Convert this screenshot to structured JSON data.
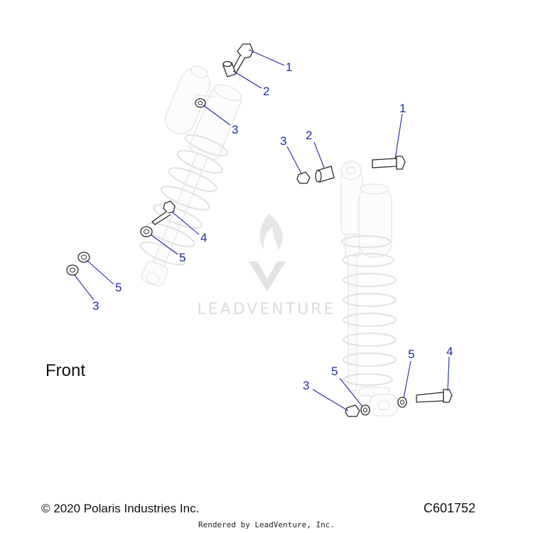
{
  "callouts": {
    "left_bolt_top": "1",
    "left_bushing_top": "2",
    "left_nut_top": "3",
    "left_bolt_lower": "4",
    "left_washer_lower": "5",
    "left_washer_bottom": "5",
    "left_nut_bottom": "3",
    "right_bolt_top": "1",
    "right_bushing_top": "2",
    "right_nut_top": "3",
    "right_bolt_bottom": "4",
    "right_washer_bottom_right": "5",
    "right_washer_bottom_left": "5",
    "right_nut_bottom": "3"
  },
  "labels": {
    "front": "Front",
    "copyright": "© 2020 Polaris Industries Inc.",
    "diagram_code": "C601752",
    "rendered_by": "Rendered by LeadVenture, Inc.",
    "watermark": "LEADVENTURE"
  },
  "colors": {
    "callout": "#1f2aa8",
    "part_outline": "#2a2a2a",
    "ghost_outline": "#e2e2e2",
    "watermark": "#dcdcdc"
  }
}
